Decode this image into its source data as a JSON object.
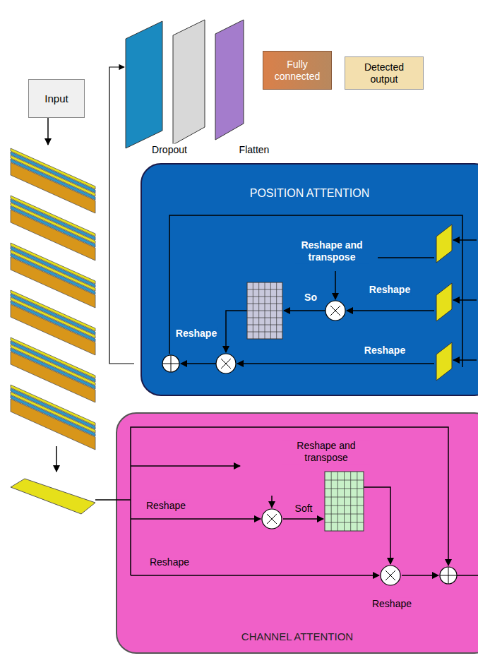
{
  "diagram": {
    "nodes": [
      {
        "text": [
          "Input"
        ]
      },
      {
        "text": [
          "Fully connected"
        ]
      },
      {
        "text": [
          "Detected output"
        ]
      },
      {
        "text": [
          "POSITION ATTENTION"
        ]
      },
      {
        "text": [
          "CHANNEL ATTENTION"
        ]
      }
    ],
    "labels": [
      "Dropout",
      "Flatten",
      "Reshape and transpose",
      "Reshape",
      "So",
      "Reshape",
      "Reshape",
      "Reshape and transpose",
      "Reshape",
      "Soft",
      "Reshape",
      "Reshape"
    ]
  }
}
